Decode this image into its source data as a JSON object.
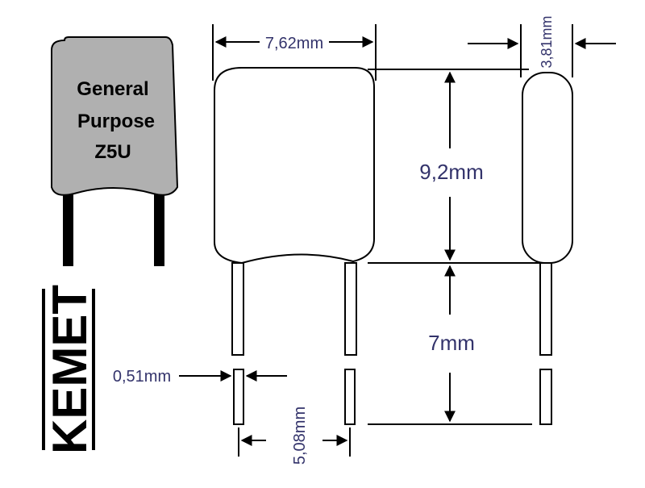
{
  "brand": {
    "name": "KEMET"
  },
  "component": {
    "label_lines": [
      "General",
      "Purpose",
      "Z5U"
    ],
    "body_color": "#b0b0b0",
    "lead_color": "#000000"
  },
  "dimensions": {
    "body_width": "7,62mm",
    "body_thickness": "3,81mm",
    "body_height": "9,2mm",
    "lead_length": "7mm",
    "lead_diameter": "0,51mm",
    "lead_spacing": "5,08mm"
  },
  "colors": {
    "dimension_text": "#33336b",
    "line": "#000000"
  }
}
